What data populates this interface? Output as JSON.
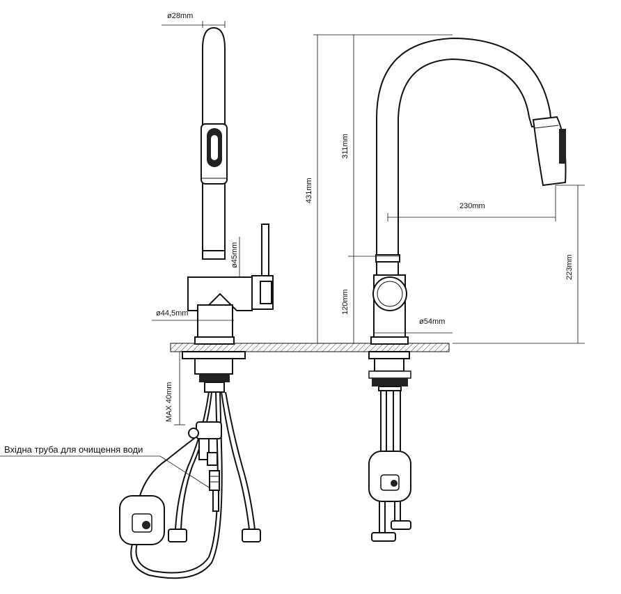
{
  "dimensions": {
    "d28": "ø28mm",
    "d45": "ø45mm",
    "d44_5": "ø44,5mm",
    "max40": "MAX 40mm",
    "h431": "431mm",
    "h311": "311mm",
    "h120": "120mm",
    "reach230": "230mm",
    "h223": "223mm",
    "d54": "ø54mm"
  },
  "annotation": {
    "inlet": "Вхідна труба для очищення води"
  }
}
